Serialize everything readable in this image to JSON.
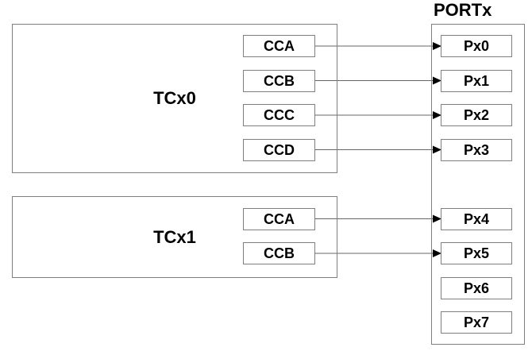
{
  "diagram": {
    "title": "PORTx",
    "timers": [
      {
        "name": "TCx0",
        "channels": [
          "CCA",
          "CCB",
          "CCC",
          "CCD"
        ]
      },
      {
        "name": "TCx1",
        "channels": [
          "CCA",
          "CCB"
        ]
      }
    ],
    "port": {
      "pins": [
        "Px0",
        "Px1",
        "Px2",
        "Px3",
        "Px4",
        "Px5",
        "Px6",
        "Px7"
      ]
    },
    "connections": [
      {
        "from": "TCx0.CCA",
        "to": "Px0"
      },
      {
        "from": "TCx0.CCB",
        "to": "Px1"
      },
      {
        "from": "TCx0.CCC",
        "to": "Px2"
      },
      {
        "from": "TCx0.CCD",
        "to": "Px3"
      },
      {
        "from": "TCx1.CCA",
        "to": "Px4"
      },
      {
        "from": "TCx1.CCB",
        "to": "Px5"
      }
    ],
    "colors": {
      "border": "#7f7f7f",
      "line": "#666666",
      "arrow": "#000000",
      "text": "#000000",
      "background": "#ffffff"
    }
  }
}
